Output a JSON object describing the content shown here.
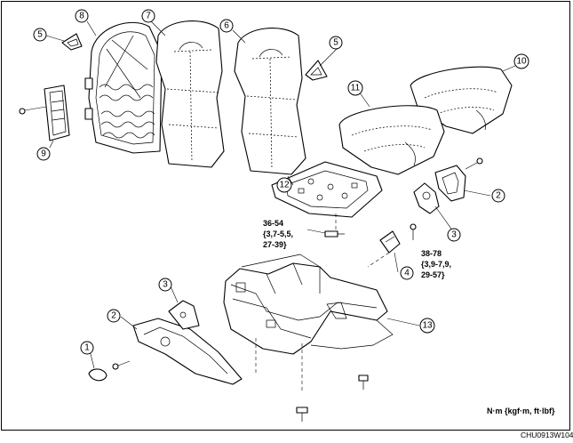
{
  "callouts": [
    "1",
    "2",
    "3",
    "4",
    "5",
    "6",
    "7",
    "8",
    "9",
    "10",
    "11",
    "12",
    "13"
  ],
  "torques": {
    "t1": [
      "36-54",
      "{3,7-5,5,",
      "27-39}"
    ],
    "t2": [
      "38-78",
      "{3,9-7,9,",
      "29-57}"
    ]
  },
  "units_note": "N·m {kgf·m, ft·lbf}",
  "figure_code": "CHU0913W104"
}
